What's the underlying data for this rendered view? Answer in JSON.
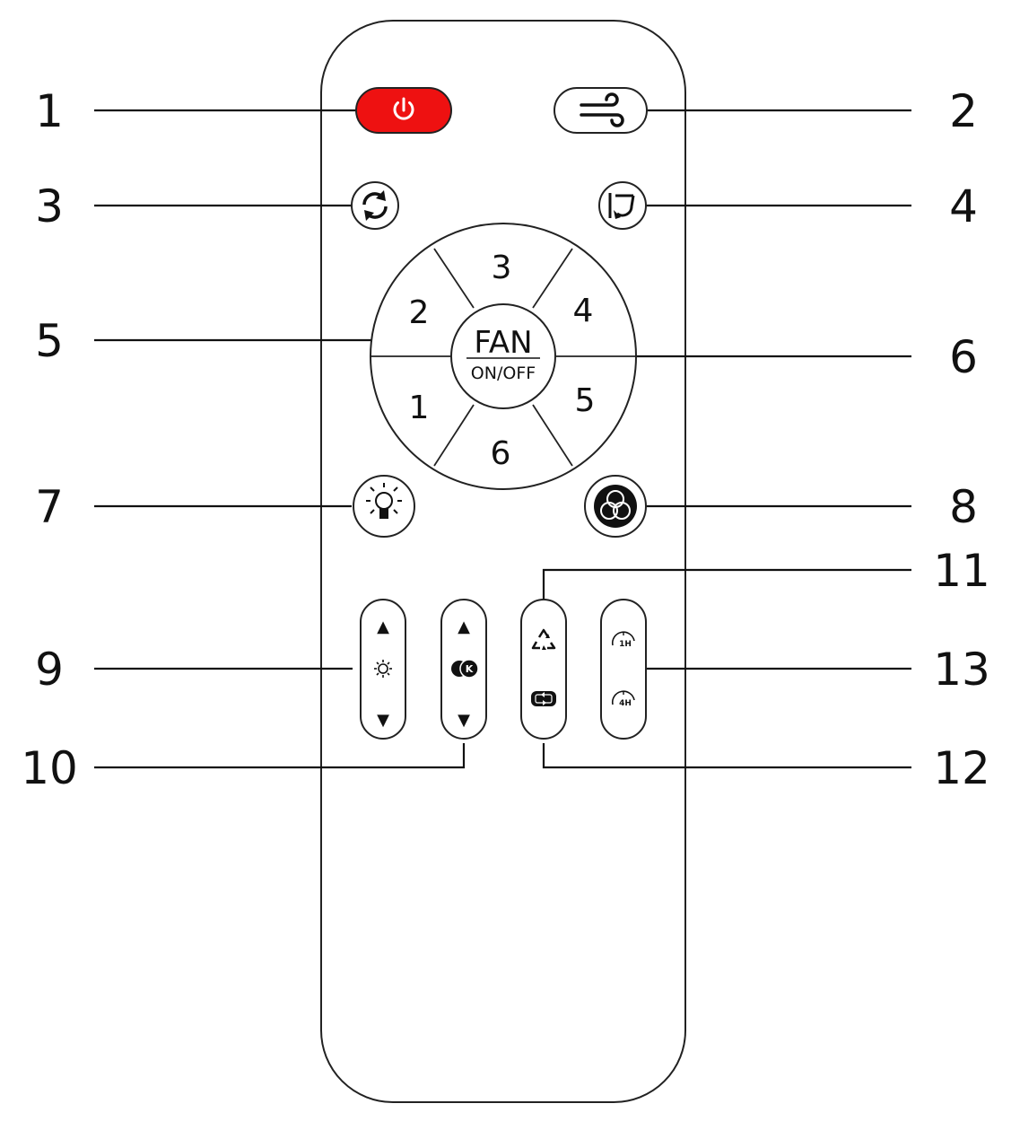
{
  "colors": {
    "power_button": "#ee1111",
    "outline": "#222222",
    "background": "#ffffff"
  },
  "callouts": [
    "1",
    "2",
    "3",
    "4",
    "5",
    "6",
    "7",
    "8",
    "9",
    "10",
    "11",
    "12",
    "13"
  ],
  "dial": {
    "center_label": "FAN",
    "center_sublabel": "ON/OFF",
    "speeds": [
      "1",
      "2",
      "3",
      "4",
      "5",
      "6"
    ]
  },
  "icons": {
    "power": "power-icon",
    "breeze": "wind-icon",
    "reverse": "rotate-arrows-icon",
    "oscillate": "swing-icon",
    "light": "light-bulb-icon",
    "color": "rgb-circles-icon",
    "brightness": "sun-icon",
    "color_temperature": "kelvin-icon",
    "natural_wind": "recycle-icon",
    "cycle_mode": "loop-icon",
    "timer": "clock-icon"
  },
  "rockers": {
    "up_glyph": "▲",
    "down_glyph": "▼",
    "timer_1": "1H",
    "timer_4": "4H",
    "kelvin_letter": "K"
  }
}
